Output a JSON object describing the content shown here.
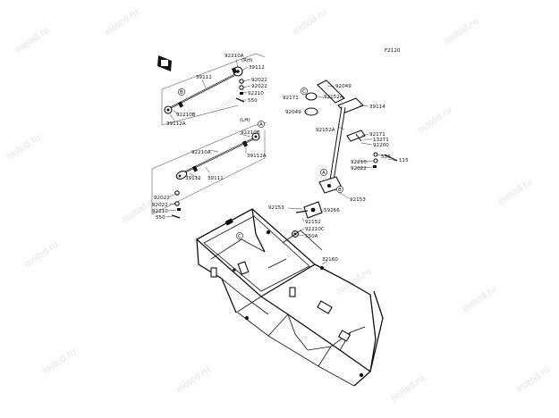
{
  "diagram": {
    "figure_id": "F2120",
    "watermark_text": "motod.ru",
    "callouts": {
      "rh": "(RH)",
      "lh": "(LH)",
      "a": "A",
      "b": "B",
      "c": "C"
    },
    "labels": {
      "p92210A_rh": "92210A",
      "p39112_rh": "39112",
      "p92022_rh1": "92022",
      "p92022_rh2": "92022",
      "p92210_rh": "92210",
      "p550_rh": "550",
      "p39111_rh": "39111",
      "p92210B_rh": "92210B",
      "p39112A_rh": "39112A",
      "p92210B_lh": "92210B",
      "p92210A_lh": "92210A",
      "p39112A_lh": "39112A",
      "p39112_lh": "39112",
      "p39111_lh": "39111",
      "p92022_lh1": "92022",
      "p92022_lh2": "92022",
      "p92210_lh": "92210",
      "p550_lh": "550",
      "p92049_top": "92049",
      "p92171_l": "92171",
      "p92152A_top": "92152A",
      "p39114": "39114",
      "p92049_left": "92049",
      "p92152A_mid": "92152A",
      "p92171_r": "92171",
      "p13271": "13271",
      "p92200": "92200",
      "p115": "115",
      "p550_mid": "550",
      "p92210_mid": "92210",
      "p92022_mid": "92022",
      "p92153_r": "92153",
      "p92153_l": "92153",
      "p59266": "59266",
      "p92152": "92152",
      "p92210C": "92210C",
      "p550A": "550A",
      "p32160": "32160"
    }
  }
}
